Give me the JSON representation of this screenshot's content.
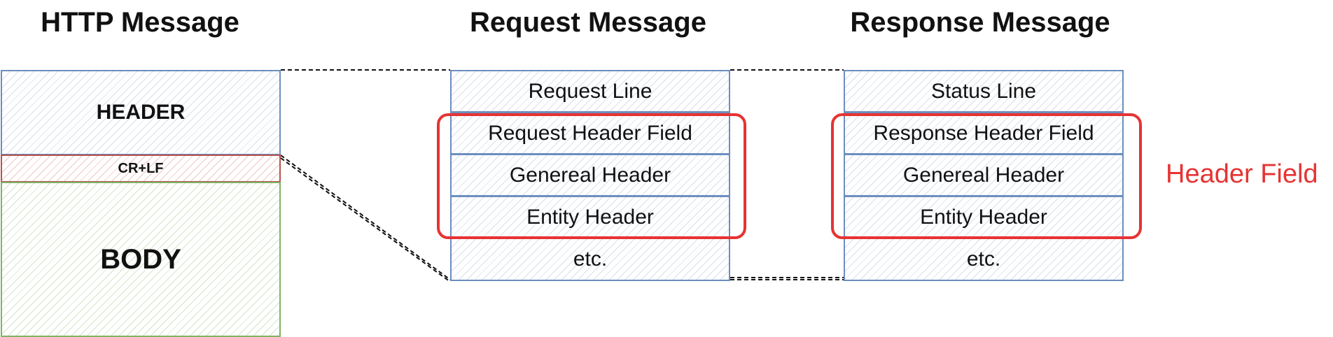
{
  "titles": {
    "http": "HTTP Message",
    "request": "Request Message",
    "response": "Response Message"
  },
  "http_message": {
    "header": "HEADER",
    "crlf": "CR+LF",
    "body": "BODY"
  },
  "request_message": {
    "rows": [
      "Request Line",
      "Request Header Field",
      "Genereal Header",
      "Entity Header",
      "etc."
    ]
  },
  "response_message": {
    "rows": [
      "Status Line",
      "Response Header Field",
      "Genereal Header",
      "Entity Header",
      "etc."
    ]
  },
  "legend": {
    "header_field": "Header Field"
  },
  "colors": {
    "box_border_blue": "#6c8ebf",
    "crlf_border_red": "#b85450",
    "body_border_green": "#82b366",
    "highlight_red": "#e63333"
  }
}
